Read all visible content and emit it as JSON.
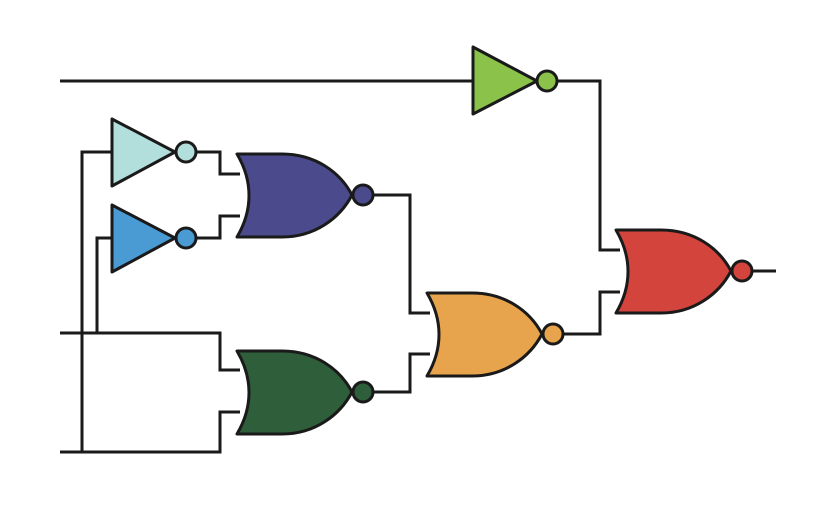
{
  "diagram": {
    "kind": "logic-circuit",
    "gates": [
      {
        "id": "not-top",
        "type": "NOT",
        "color": "#8bc34a"
      },
      {
        "id": "not-upper",
        "type": "NOT",
        "color": "#b2dfdb"
      },
      {
        "id": "not-lower",
        "type": "NOT",
        "color": "#4a9ad4"
      },
      {
        "id": "nor-upper",
        "type": "NOR",
        "color": "#4a4a8c"
      },
      {
        "id": "nor-lower",
        "type": "NOR",
        "color": "#2e5e3a"
      },
      {
        "id": "nor-middle",
        "type": "NOR",
        "color": "#e8a44c"
      },
      {
        "id": "nor-output",
        "type": "NOR",
        "color": "#d2443c"
      }
    ],
    "inputs": 3,
    "outputs": 1
  }
}
